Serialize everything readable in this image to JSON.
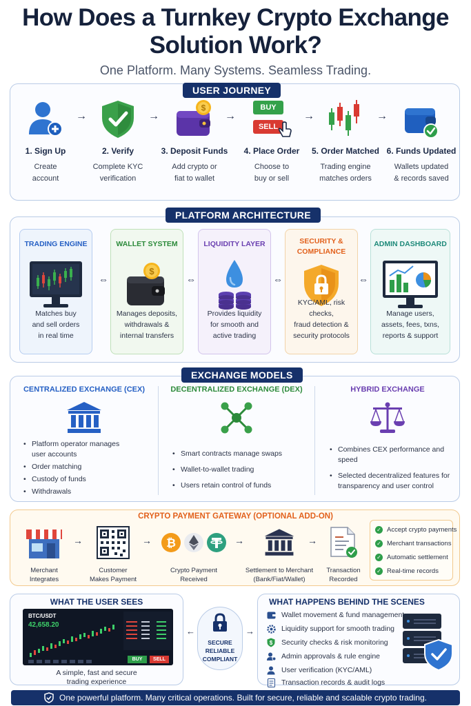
{
  "title_line1": "How Does a Turnkey Crypto Exchange",
  "title_line2": "Solution Work?",
  "subtitle": "One Platform. Many Systems. Seamless Trading.",
  "journey": {
    "label": "USER JOURNEY",
    "steps": [
      {
        "title": "1. Sign Up",
        "desc1": "Create",
        "desc2": "account",
        "icon": "user-add-icon"
      },
      {
        "title": "2. Verify",
        "desc1": "Complete KYC",
        "desc2": "verification",
        "icon": "shield-check-icon"
      },
      {
        "title": "3. Deposit Funds",
        "desc1": "Add crypto or",
        "desc2": "fiat to wallet",
        "icon": "wallet-coin-icon"
      },
      {
        "title": "4. Place Order",
        "desc1": "Choose to",
        "desc2": "buy or sell",
        "icon": "buy-sell-icon"
      },
      {
        "title": "5. Order Matched",
        "desc1": "Trading engine",
        "desc2": "matches orders",
        "icon": "candlestick-icon"
      },
      {
        "title": "6. Funds Updated",
        "desc1": "Wallets updated",
        "desc2": "& records saved",
        "icon": "wallet-check-icon"
      }
    ],
    "buy": "BUY",
    "sell": "SELL"
  },
  "architecture": {
    "label": "PLATFORM ARCHITECTURE",
    "cards": [
      {
        "title1": "TRADING ENGINE",
        "title2": "",
        "d1": "Matches buy",
        "d2": "and sell orders",
        "d3": "in real time",
        "d4": "",
        "color": "#2660c4",
        "bg": "#eef4fc",
        "border": "#b6cdf0"
      },
      {
        "title1": "WALLET SYSTEM",
        "title2": "",
        "d1": "Manages deposits,",
        "d2": "withdrawals &",
        "d3": "internal transfers",
        "d4": "",
        "color": "#2c8a3a",
        "bg": "#f1f8ef",
        "border": "#bfe0b8"
      },
      {
        "title1": "LIQUIDITY LAYER",
        "title2": "",
        "d1": "Provides liquidity",
        "d2": "for smooth and",
        "d3": "active trading",
        "d4": "",
        "color": "#6a3fb0",
        "bg": "#f5f1fb",
        "border": "#d2c4ec"
      },
      {
        "title1": "SECURITY &",
        "title2": "COMPLIANCE",
        "d1": "KYC/AML, risk checks,",
        "d2": "fraud detection &",
        "d3": "security protocols",
        "d4": "",
        "color": "#e2611c",
        "bg": "#fdf6ec",
        "border": "#f2d3a8"
      },
      {
        "title1": "ADMIN DASHBOARD",
        "title2": "",
        "d1": "Manage users,",
        "d2": "assets, fees, txns,",
        "d3": "reports & support",
        "d4": "",
        "color": "#1f8a7a",
        "bg": "#eef8f6",
        "border": "#b8e0d8"
      }
    ]
  },
  "models": {
    "label": "EXCHANGE MODELS",
    "cex": {
      "title": "CENTRALIZED EXCHANGE (CEX)",
      "color": "#2660c4",
      "items": [
        "Platform operator manages user accounts",
        "Order matching",
        "Custody of funds",
        "Withdrawals"
      ]
    },
    "dex": {
      "title": "DECENTRALIZED EXCHANGE (DEX)",
      "color": "#2c8a3a",
      "items": [
        "Smart contracts manage swaps",
        "Wallet-to-wallet trading",
        "Users retain control of funds"
      ]
    },
    "hybrid": {
      "title": "HYBRID EXCHANGE",
      "color": "#6a3fb0",
      "items": [
        "Combines CEX performance and speed",
        "Selected decentralized features for transparency and user control"
      ]
    }
  },
  "gateway": {
    "label": "CRYPTO PAYMENT GATEWAY (OPTIONAL ADD-ON)",
    "steps": [
      {
        "l1": "Merchant",
        "l2": "Integrates"
      },
      {
        "l1": "Customer",
        "l2": "Makes Payment"
      },
      {
        "l1": "Crypto Payment",
        "l2": "Received"
      },
      {
        "l1": "Settlement to Merchant",
        "l2": "(Bank/Fiat/Wallet)"
      },
      {
        "l1": "Transaction",
        "l2": "Recorded"
      }
    ],
    "features": [
      "Accept crypto payments",
      "Merchant transactions",
      "Automatic settlement",
      "Real-time records"
    ]
  },
  "user_sees": {
    "title": "WHAT THE USER SEES",
    "pair": "BTC/USDT",
    "price": "42,658.20",
    "buy": "BUY",
    "sell": "SELL",
    "caption1": "A simple, fast and secure",
    "caption2": "trading experience"
  },
  "center_badge": {
    "l1": "SECURE",
    "l2": "RELIABLE",
    "l3": "COMPLIANT"
  },
  "behind": {
    "title": "WHAT HAPPENS BEHIND THE SCENES",
    "items": [
      "Wallet movement & fund management",
      "Liquidity support for smooth trading",
      "Security checks & risk monitoring",
      "Admin approvals & rule engine",
      "User verification (KYC/AML)",
      "Transaction records & audit logs"
    ]
  },
  "footer": "One powerful platform. Many critical operations. Built for secure, reliable and scalable crypto trading."
}
